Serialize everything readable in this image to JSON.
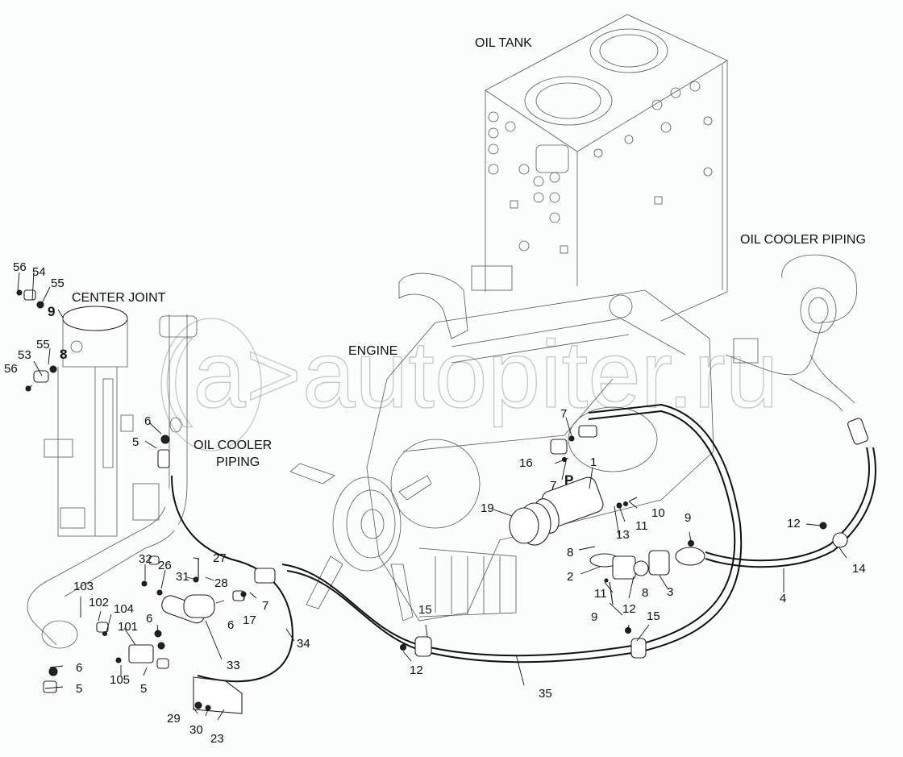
{
  "diagram": {
    "type": "exploded-parts-diagram",
    "subject": "Hydraulic oil cooler piping assembly",
    "watermark": "autopiter.ru",
    "watermark_logo": "(a>",
    "section_labels": [
      {
        "id": "oil-tank",
        "text": "OIL TANK"
      },
      {
        "id": "oil-cooler-piping-right",
        "text": "OIL COOLER PIPING"
      },
      {
        "id": "center-joint",
        "text": "CENTER JOINT"
      },
      {
        "id": "engine",
        "text": "ENGINE"
      },
      {
        "id": "oil-cooler-piping-left-1",
        "text": "OIL COOLER"
      },
      {
        "id": "oil-cooler-piping-left-2",
        "text": "PIPING"
      }
    ],
    "port_marker": "P",
    "callouts": [
      {
        "text": "56"
      },
      {
        "text": "54"
      },
      {
        "text": "55"
      },
      {
        "text": "9"
      },
      {
        "text": "55"
      },
      {
        "text": "53"
      },
      {
        "text": "8"
      },
      {
        "text": "56"
      },
      {
        "text": "6"
      },
      {
        "text": "5"
      },
      {
        "text": "32"
      },
      {
        "text": "26"
      },
      {
        "text": "27"
      },
      {
        "text": "31"
      },
      {
        "text": "28"
      },
      {
        "text": "103"
      },
      {
        "text": "102"
      },
      {
        "text": "104"
      },
      {
        "text": "101"
      },
      {
        "text": "6"
      },
      {
        "text": "6"
      },
      {
        "text": "17"
      },
      {
        "text": "7"
      },
      {
        "text": "6"
      },
      {
        "text": "5"
      },
      {
        "text": "105"
      },
      {
        "text": "5"
      },
      {
        "text": "33"
      },
      {
        "text": "34"
      },
      {
        "text": "29"
      },
      {
        "text": "30"
      },
      {
        "text": "23"
      },
      {
        "text": "15"
      },
      {
        "text": "12"
      },
      {
        "text": "35"
      },
      {
        "text": "7"
      },
      {
        "text": "16"
      },
      {
        "text": "7"
      },
      {
        "text": "1"
      },
      {
        "text": "19"
      },
      {
        "text": "10"
      },
      {
        "text": "13"
      },
      {
        "text": "11"
      },
      {
        "text": "8"
      },
      {
        "text": "2"
      },
      {
        "text": "8"
      },
      {
        "text": "11"
      },
      {
        "text": "9"
      },
      {
        "text": "9"
      },
      {
        "text": "3"
      },
      {
        "text": "12"
      },
      {
        "text": "15"
      },
      {
        "text": "12"
      },
      {
        "text": "14"
      },
      {
        "text": "4"
      }
    ]
  }
}
